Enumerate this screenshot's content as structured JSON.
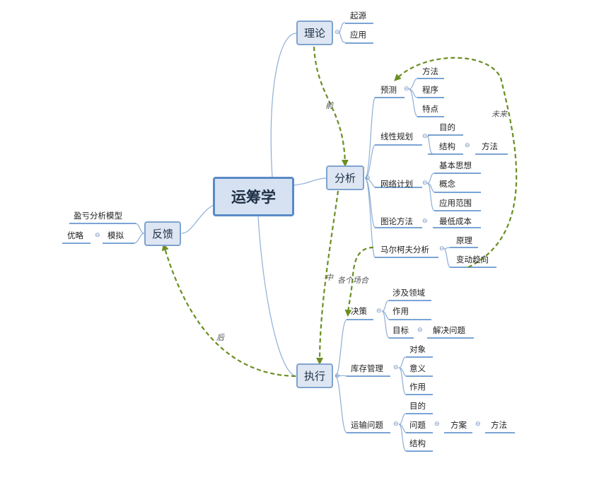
{
  "root": "运筹学",
  "main": {
    "theory": "理论",
    "analysis": "分析",
    "execution": "执行",
    "feedback": "反馈"
  },
  "theory_children": [
    "起源",
    "应用"
  ],
  "analysis_children": {
    "forecast": {
      "label": "预测",
      "children": [
        "方法",
        "程序",
        "特点"
      ]
    },
    "linear": {
      "label": "线性规划",
      "goal": "目的",
      "structure": "结构",
      "method": "方法"
    },
    "network": {
      "label": "网络计划",
      "children": [
        "基本思想",
        "概念",
        "应用范围"
      ]
    },
    "graph": {
      "label": "图论方法",
      "child": "最低成本"
    },
    "markov": {
      "label": "马尔柯夫分析",
      "children": [
        "原理",
        "变动趋向"
      ]
    }
  },
  "execution_children": {
    "decision": {
      "label": "决策",
      "area": "涉及领域",
      "role": "作用",
      "target": "目标",
      "solve": "解决问题"
    },
    "inventory": {
      "label": "库存管理",
      "children": [
        "对象",
        "意义",
        "作用"
      ]
    },
    "transport": {
      "label": "运输问题",
      "goal": "目的",
      "problem": "问题",
      "plan": "方案",
      "method": "方法",
      "structure": "结构"
    }
  },
  "feedback_children": {
    "breakeven": "盈亏分析模型",
    "simulate": "模拟",
    "optimize": "优略"
  },
  "edge_labels": {
    "before": "前",
    "future": "未来",
    "middle": "中",
    "scenes": "各个场合",
    "after": "后"
  },
  "toggle_symbol": "⊖",
  "colors": {
    "node_fill": "#dde6f2",
    "node_border": "#7fa3cf",
    "root_border": "#5a8ac6",
    "line": "#8faed6",
    "underline": "#4f86c6",
    "arrow": "#6b8e23"
  }
}
